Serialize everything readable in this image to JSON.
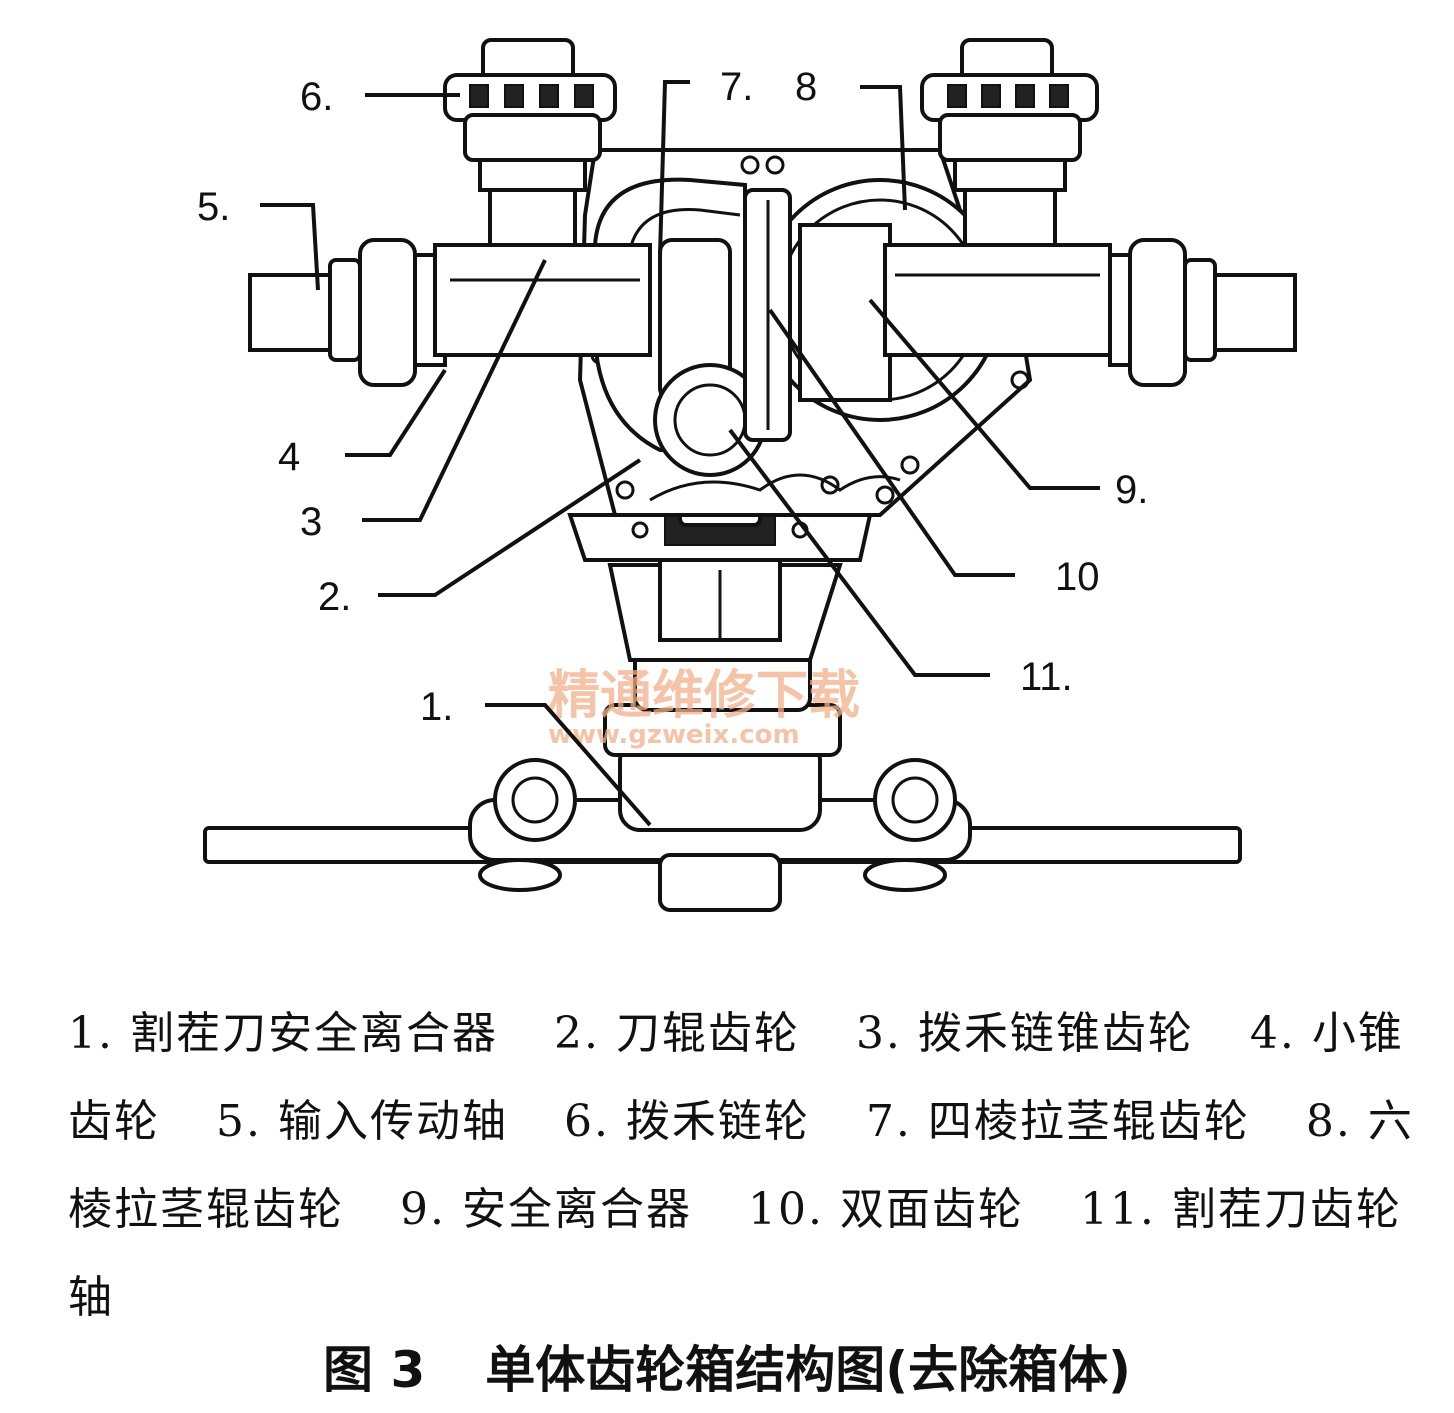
{
  "callouts": {
    "c1": "1.",
    "c2": "2.",
    "c3": "3",
    "c4": "4",
    "c5": "5.",
    "c6": "6.",
    "c7": "7.",
    "c8": "8",
    "c9": "9.",
    "c10": "10",
    "c11": "11."
  },
  "watermark": {
    "cn": "精通维修下载",
    "url": "www.gzweix.com"
  },
  "caption": {
    "items": [
      "1. 割茬刀安全离合器",
      "2. 刀辊齿轮",
      "3. 拨禾链锥齿轮",
      "4. 小锥齿轮",
      "5. 输入传动轴",
      "6. 拨禾链轮",
      "7. 四棱拉茎辊齿轮",
      "8. 六棱拉茎辊齿轮",
      "9. 安全离合器",
      "10. 双面齿轮",
      "11. 割茬刀齿轮轴"
    ]
  },
  "figure": {
    "number": "图 3",
    "title": "单体齿轮箱结构图(去除箱体)"
  }
}
